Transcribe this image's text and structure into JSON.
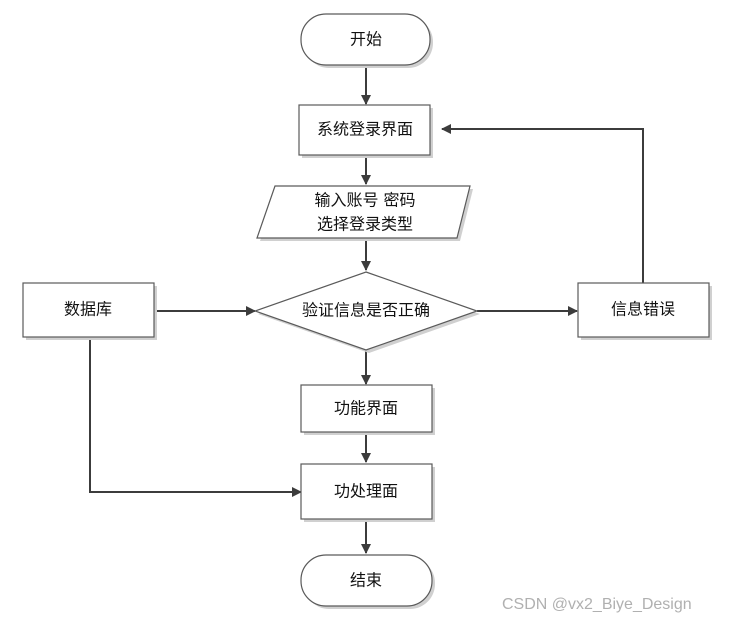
{
  "flowchart": {
    "start": "开始",
    "login_screen": "系统登录界面",
    "input_line1": "输入账号 密码",
    "input_line2": "选择登录类型",
    "decision": "验证信息是否正确",
    "database": "数据库",
    "error": "信息错误",
    "function_screen": "功能界面",
    "processing": "功处理面",
    "end": "结束"
  },
  "watermark": "CSDN @vx2_Biye_Design"
}
